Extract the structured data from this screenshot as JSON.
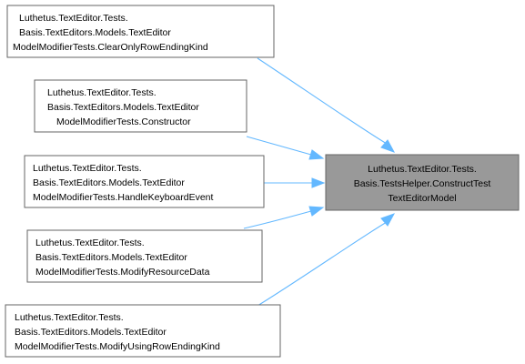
{
  "diagram": {
    "target": {
      "lines": [
        "Luthetus.TextEditor.Tests.",
        "Basis.TestsHelper.ConstructTest",
        "TextEditorModel"
      ]
    },
    "callers": [
      {
        "lines": [
          "Luthetus.TextEditor.Tests.",
          "Basis.TextEditors.Models.TextEditor",
          "ModelModifierTests.ClearOnlyRowEndingKind"
        ]
      },
      {
        "lines": [
          "Luthetus.TextEditor.Tests.",
          "Basis.TextEditors.Models.TextEditor",
          "ModelModifierTests.Constructor"
        ]
      },
      {
        "lines": [
          "Luthetus.TextEditor.Tests.",
          "Basis.TextEditors.Models.TextEditor",
          "ModelModifierTests.HandleKeyboardEvent"
        ]
      },
      {
        "lines": [
          "Luthetus.TextEditor.Tests.",
          "Basis.TextEditors.Models.TextEditor",
          "ModelModifierTests.ModifyResourceData"
        ]
      },
      {
        "lines": [
          "Luthetus.TextEditor.Tests.",
          "Basis.TextEditors.Models.TextEditor",
          "ModelModifierTests.ModifyUsingRowEndingKind"
        ]
      }
    ],
    "colors": {
      "edge": "#63b8ff",
      "target_fill": "#999999",
      "box_border": "#666666"
    }
  }
}
